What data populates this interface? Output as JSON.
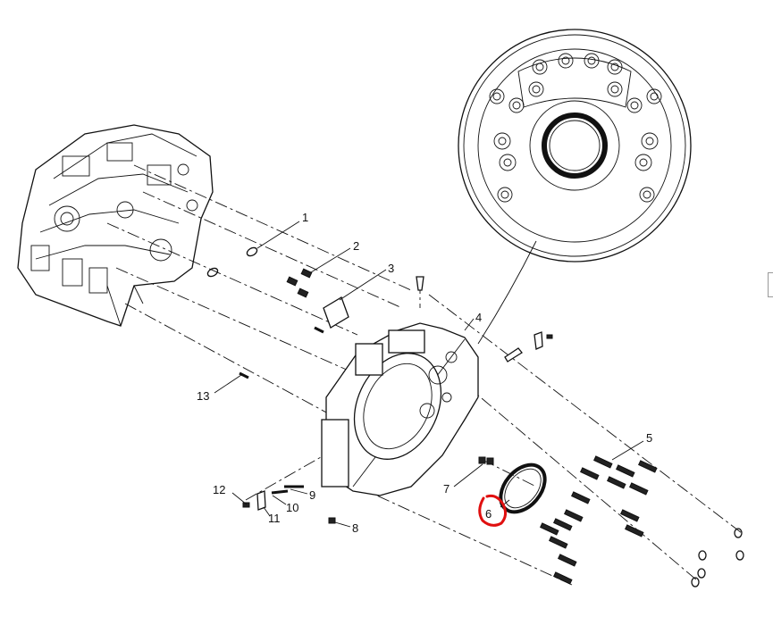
{
  "callouts": [
    {
      "id": "1",
      "label": "1"
    },
    {
      "id": "2",
      "label": "2"
    },
    {
      "id": "3",
      "label": "3"
    },
    {
      "id": "4",
      "label": "4"
    },
    {
      "id": "5",
      "label": "5"
    },
    {
      "id": "6",
      "label": "6",
      "highlighted": true
    },
    {
      "id": "7",
      "label": "7"
    },
    {
      "id": "8",
      "label": "8"
    },
    {
      "id": "9",
      "label": "9"
    },
    {
      "id": "10",
      "label": "10"
    },
    {
      "id": "11",
      "label": "11"
    },
    {
      "id": "12",
      "label": "12"
    },
    {
      "id": "13",
      "label": "13"
    }
  ],
  "colors": {
    "linework": "#111111",
    "highlight": "#e01010",
    "background": "#ffffff"
  }
}
